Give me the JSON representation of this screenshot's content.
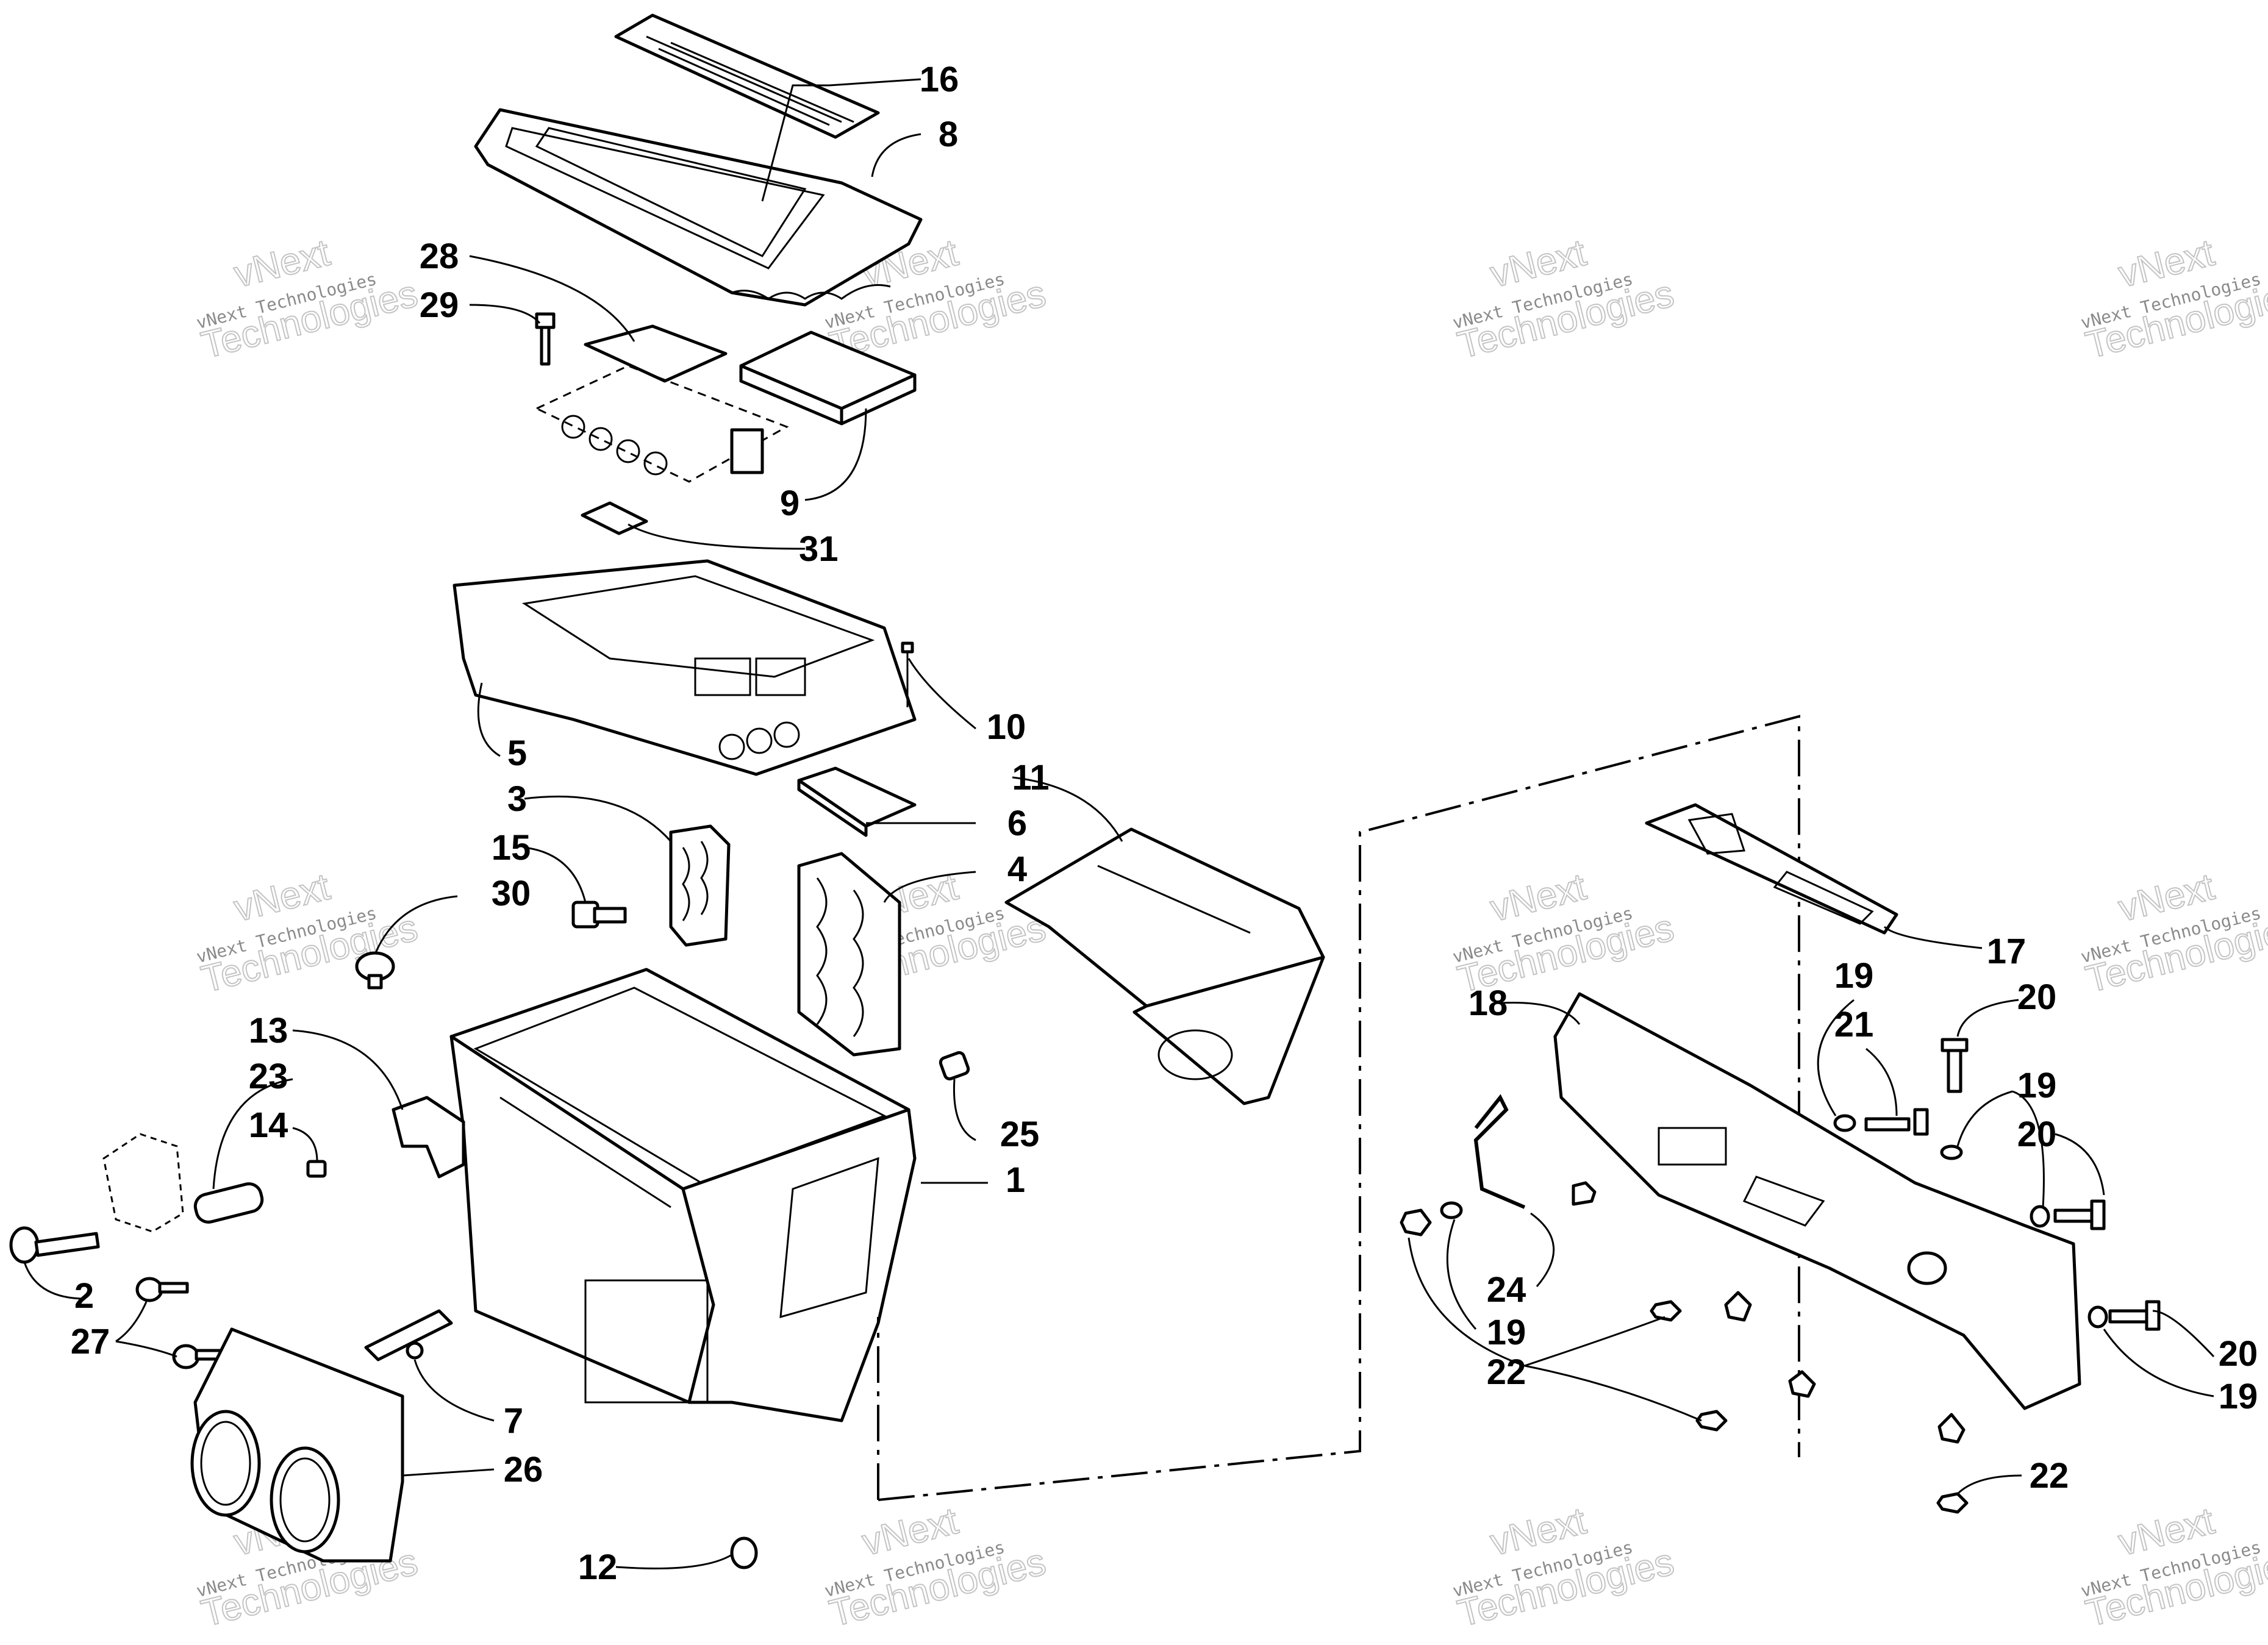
{
  "watermark": {
    "brand": "vNext",
    "line": "vNext Technologies",
    "word": "Technologies"
  },
  "callouts": [
    {
      "id": "c16",
      "text": "16"
    },
    {
      "id": "c8",
      "text": "8"
    },
    {
      "id": "c28",
      "text": "28"
    },
    {
      "id": "c29",
      "text": "29"
    },
    {
      "id": "c9",
      "text": "9"
    },
    {
      "id": "c31",
      "text": "31"
    },
    {
      "id": "c10",
      "text": "10"
    },
    {
      "id": "c5",
      "text": "5"
    },
    {
      "id": "c11",
      "text": "11"
    },
    {
      "id": "c3",
      "text": "3"
    },
    {
      "id": "c6",
      "text": "6"
    },
    {
      "id": "c15",
      "text": "15"
    },
    {
      "id": "c4",
      "text": "4"
    },
    {
      "id": "c30",
      "text": "30"
    },
    {
      "id": "c13",
      "text": "13"
    },
    {
      "id": "c23",
      "text": "23"
    },
    {
      "id": "c14",
      "text": "14"
    },
    {
      "id": "c25",
      "text": "25"
    },
    {
      "id": "c1",
      "text": "1"
    },
    {
      "id": "c2",
      "text": "2"
    },
    {
      "id": "c27",
      "text": "27"
    },
    {
      "id": "c7",
      "text": "7"
    },
    {
      "id": "c26",
      "text": "26"
    },
    {
      "id": "c12",
      "text": "12"
    },
    {
      "id": "c17",
      "text": "17"
    },
    {
      "id": "c18",
      "text": "18"
    },
    {
      "id": "c19a",
      "text": "19"
    },
    {
      "id": "c21",
      "text": "21"
    },
    {
      "id": "c20a",
      "text": "20"
    },
    {
      "id": "c19b",
      "text": "19"
    },
    {
      "id": "c20b",
      "text": "20"
    },
    {
      "id": "c24",
      "text": "24"
    },
    {
      "id": "c19c",
      "text": "19"
    },
    {
      "id": "c22a",
      "text": "22"
    },
    {
      "id": "c20c",
      "text": "20"
    },
    {
      "id": "c19d",
      "text": "19"
    },
    {
      "id": "c22b",
      "text": "22"
    }
  ]
}
